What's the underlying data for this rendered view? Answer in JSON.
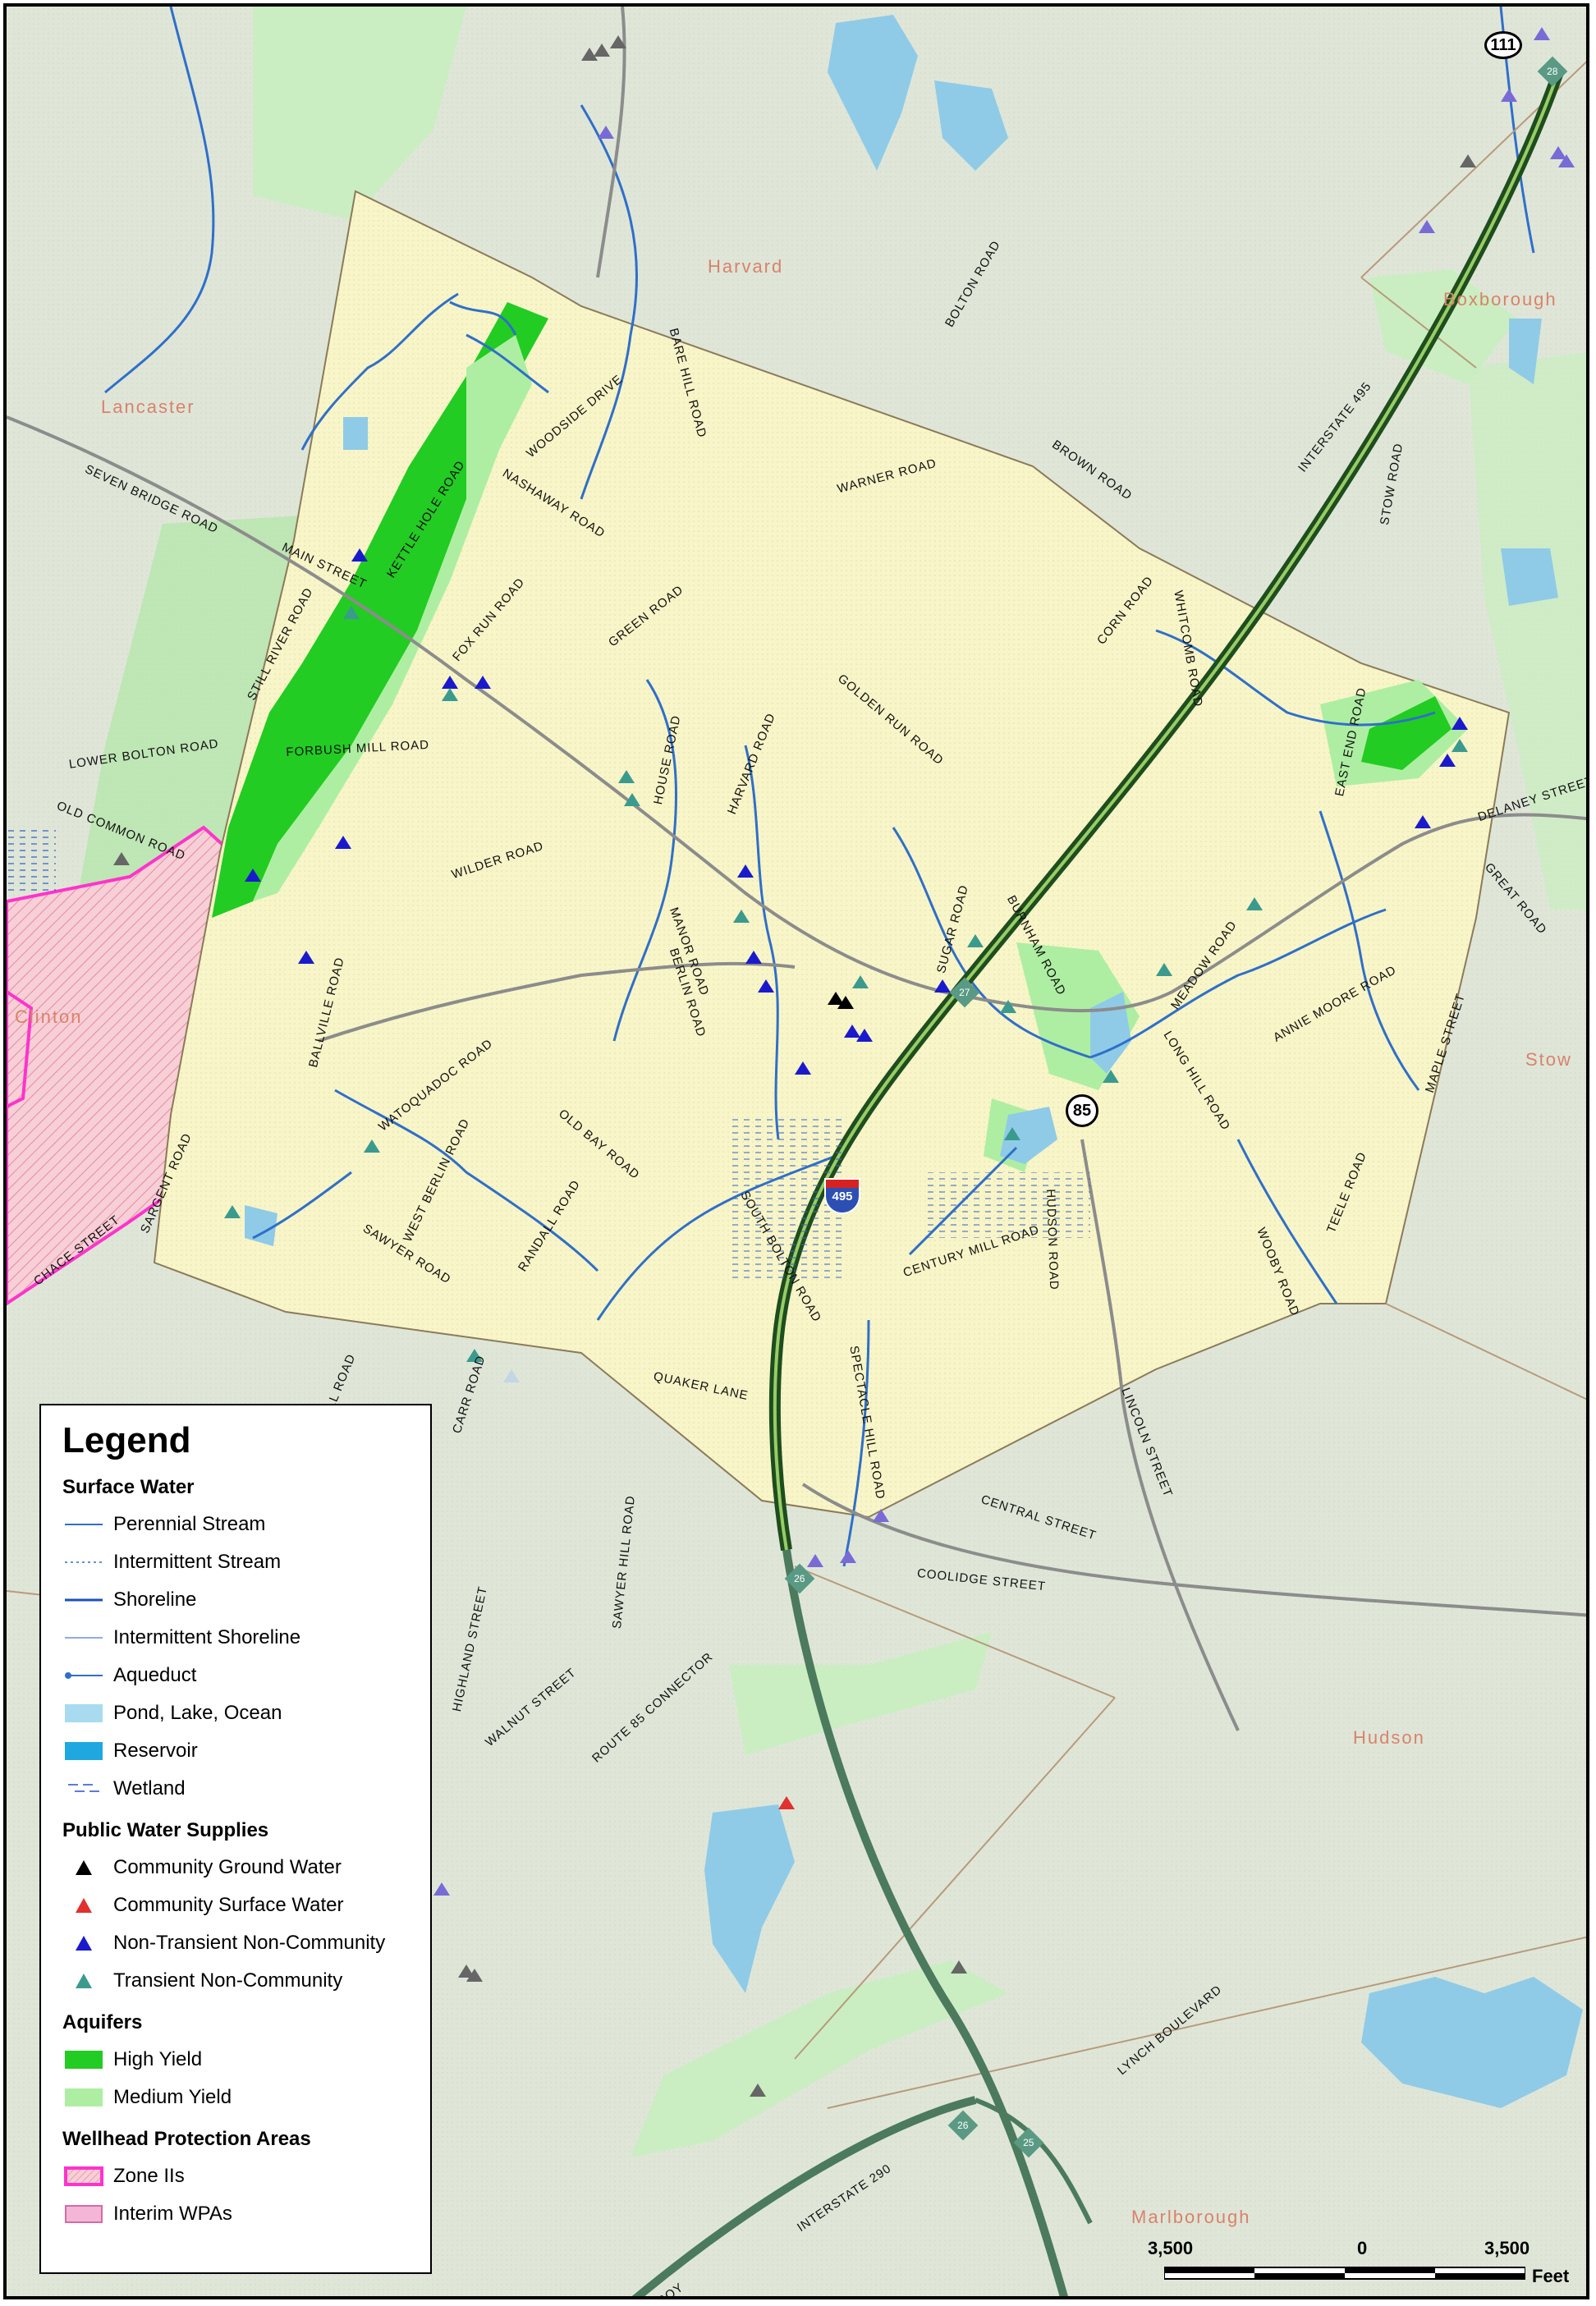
{
  "legend": {
    "title": "Legend",
    "sections": [
      {
        "title": "Surface Water",
        "items": [
          {
            "label": "Perennial Stream",
            "symbol": "perennial-stream-icon"
          },
          {
            "label": "Intermittent Stream",
            "symbol": "intermittent-stream-icon"
          },
          {
            "label": "Shoreline",
            "symbol": "shoreline-icon"
          },
          {
            "label": "Intermittent Shoreline",
            "symbol": "intermittent-shoreline-icon"
          },
          {
            "label": "Aqueduct",
            "symbol": "aqueduct-icon"
          },
          {
            "label": "Pond, Lake, Ocean",
            "symbol": "pond-icon"
          },
          {
            "label": "Reservoir",
            "symbol": "reservoir-icon"
          },
          {
            "label": "Wetland",
            "symbol": "wetland-icon"
          }
        ]
      },
      {
        "title": "Public Water Supplies",
        "items": [
          {
            "label": "Community Ground Water",
            "symbol": "black-triangle-icon"
          },
          {
            "label": "Community Surface Water",
            "symbol": "red-triangle-icon"
          },
          {
            "label": "Non-Transient Non-Community",
            "symbol": "blue-triangle-icon"
          },
          {
            "label": "Transient Non-Community",
            "symbol": "teal-triangle-icon"
          }
        ]
      },
      {
        "title": "Aquifers",
        "items": [
          {
            "label": "High Yield",
            "symbol": "high-yield-icon"
          },
          {
            "label": "Medium Yield",
            "symbol": "medium-yield-icon"
          }
        ]
      },
      {
        "title": "Wellhead Protection Areas",
        "items": [
          {
            "label": "Zone IIs",
            "symbol": "zone-ii-icon"
          },
          {
            "label": "Interim WPAs",
            "symbol": "interim-wpa-icon"
          }
        ]
      }
    ]
  },
  "towns": [
    "Harvard",
    "Boxborough",
    "Lancaster",
    "Clinton",
    "Stow",
    "Hudson",
    "Marlborough"
  ],
  "roads": [
    "BOLTON ROAD",
    "BROWN ROAD",
    "STOW ROAD",
    "INTERSTATE 495",
    "SEVEN BRIDGE ROAD",
    "MAIN STREET",
    "KETTLE HOLE ROAD",
    "WOODSIDE DRIVE",
    "NASHAWAY ROAD",
    "BARE HILL ROAD",
    "WARNER ROAD",
    "STILL RIVER ROAD",
    "FOX RUN ROAD",
    "GREEN ROAD",
    "CORN ROAD",
    "WHITCOMB ROAD",
    "LOWER BOLTON ROAD",
    "FORBUSH MILL ROAD",
    "HOUSE ROAD",
    "HARVARD ROAD",
    "GOLDEN RUN ROAD",
    "EAST END ROAD",
    "DELANEY STREET",
    "OLD COMMON ROAD",
    "WILDER ROAD",
    "GREAT ROAD",
    "MANOR ROAD",
    "BERLIN ROAD",
    "SUGAR ROAD",
    "BURNHAM ROAD",
    "MEADOW ROAD",
    "ANNIE MOORE ROAD",
    "MAPLE STREET",
    "BALLVILLE ROAD",
    "WATOQUADOC ROAD",
    "LONG HILL ROAD",
    "OLD BAY ROAD",
    "WEST BERLIN ROAD",
    "CHACE STREET",
    "SARGENT ROAD",
    "SAWYER ROAD",
    "RANDALL ROAD",
    "SOUTH BOLTON ROAD",
    "CENTURY MILL ROAD",
    "HUDSON ROAD",
    "TEELE ROAD",
    "WOOBY ROAD",
    "HILL ROAD",
    "CARR ROAD",
    "QUAKER LANE",
    "SPECTACLE HILL ROAD",
    "LINCOLN STREET",
    "CENTRAL STREET",
    "COOLIDGE STREET",
    "SAWYER HILL ROAD",
    "HIGHLAND STREET",
    "WALNUT STREET",
    "ROUTE 85 CONNECTOR",
    "LYNCH BOULEVARD",
    "INTERSTATE 290",
    "BOY"
  ],
  "shields": {
    "route_111": "111",
    "route_85": "85",
    "interstate_495": "495",
    "exit_28": "28",
    "exit_27": "27",
    "exit_26": "26",
    "exit_25": "25"
  },
  "scale": {
    "left": "3,500",
    "mid": "0",
    "right": "3,500",
    "unit": "Feet"
  },
  "colors": {
    "base": "#f8f5c8",
    "outside": "#dfe6d8",
    "water": "#8fcbe7",
    "stream": "#2f6fc9",
    "high_yield": "#22cc22",
    "medium_yield": "#aeeea2",
    "zone": "#ff33cc",
    "boundary": "#8c7a5a",
    "highway": "#1e4d1e"
  }
}
